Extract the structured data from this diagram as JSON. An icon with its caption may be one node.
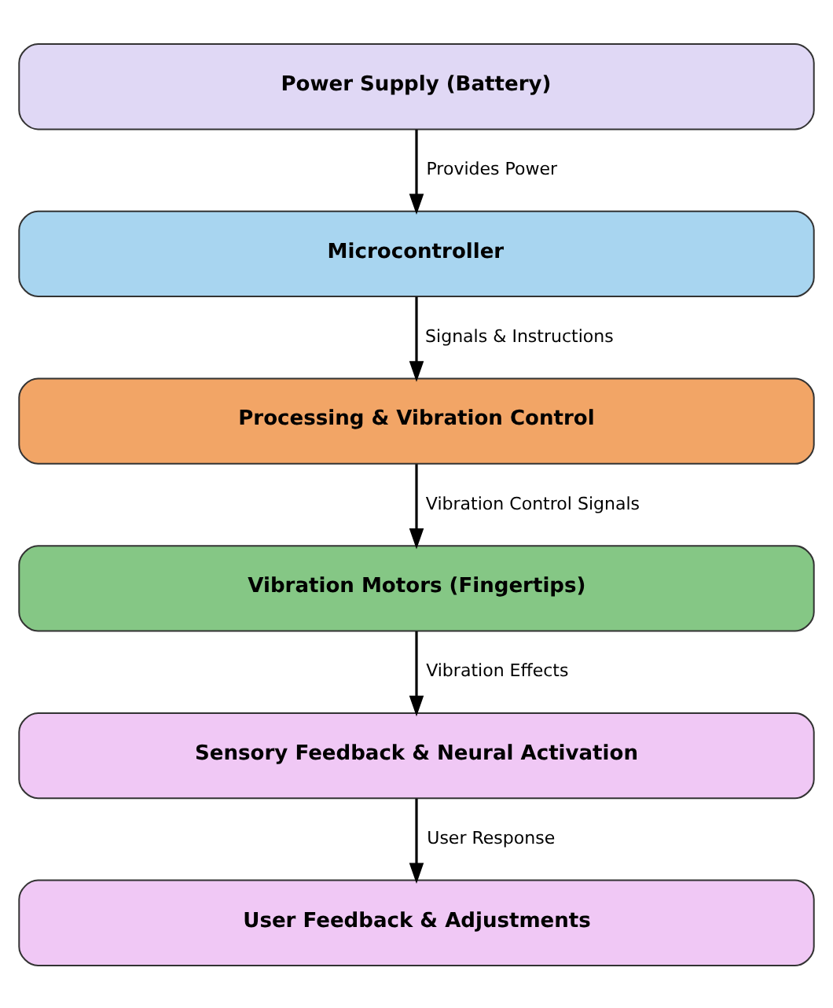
{
  "diagram": {
    "nodes": [
      {
        "text": [
          "Power Supply (Battery)"
        ]
      },
      {
        "text": [
          "Microcontroller"
        ]
      },
      {
        "text": [
          "Processing & Vibration Control"
        ]
      },
      {
        "text": [
          "Vibration Motors (Fingertips)"
        ]
      },
      {
        "text": [
          "Sensory Feedback & Neural Activation"
        ]
      },
      {
        "text": [
          "User Feedback & Adjustments"
        ]
      }
    ],
    "edges": [
      {
        "from": 0,
        "to": 1,
        "arrow": "to",
        "label": "Provides Power"
      },
      {
        "from": 1,
        "to": 2,
        "arrow": "to",
        "label": "Signals & Instructions"
      },
      {
        "from": 2,
        "to": 3,
        "arrow": "to",
        "label": "Vibration Control Signals"
      },
      {
        "from": 3,
        "to": 4,
        "arrow": "to",
        "label": "Vibration Effects"
      },
      {
        "from": 4,
        "to": 5,
        "arrow": "to",
        "label": "User Response"
      }
    ]
  }
}
